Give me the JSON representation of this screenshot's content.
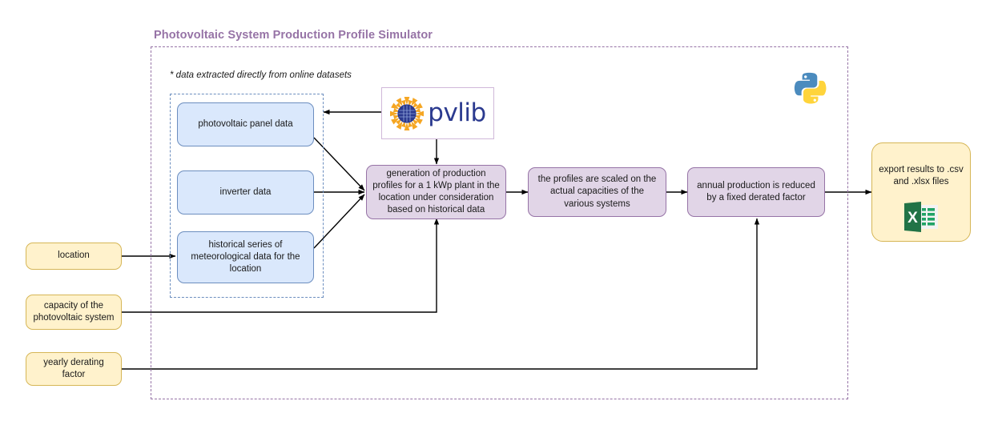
{
  "diagram": {
    "title": "Photovoltaic System Production Profile Simulator",
    "note": "* data extracted directly from online datasets",
    "colors": {
      "title": "#9673a6",
      "outer_border": "#9673a6",
      "inner_border": "#6c8ebf",
      "data_fill": "#dae8fc",
      "data_border": "#6c8ebf",
      "process_fill": "#e1d5e7",
      "process_border": "#9673a6",
      "input_fill": "#fff2cc",
      "input_border": "#d6b656",
      "arrow": "#000000",
      "excel_green": "#217346",
      "python_blue": "#4b8bbe",
      "python_yellow": "#ffd43b",
      "pvlib_text": "#2b3a8f",
      "pvlib_sun": "#f5a623"
    },
    "data_sources": [
      {
        "label": "photovoltaic panel data"
      },
      {
        "label": "inverter data"
      },
      {
        "label": "historical series of meteorological data for the location"
      }
    ],
    "inputs": [
      {
        "label": "location"
      },
      {
        "label": "capacity of the photovoltaic system"
      },
      {
        "label": "yearly derating factor"
      }
    ],
    "processes": [
      {
        "label": "generation of production profiles for a 1 kWp plant in the location under consideration based on historical data"
      },
      {
        "label": "the profiles are scaled on the actual capacities of the various systems"
      },
      {
        "label": "annual production is reduced by a fixed derated factor"
      }
    ],
    "output": {
      "label": "export results to .csv and .xlsx files"
    },
    "logos": {
      "pvlib": "pvlib",
      "python_icon": "python-logo-icon",
      "excel_icon": "excel-file-icon",
      "pvlib_icon": "pvlib-sun-icon"
    }
  }
}
